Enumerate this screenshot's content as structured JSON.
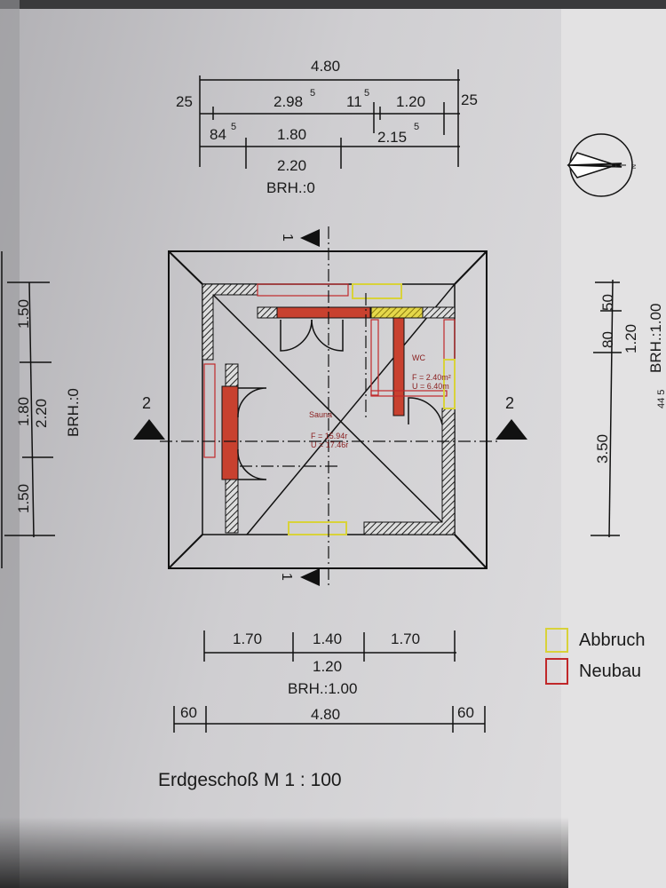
{
  "title": "Erdgeschoß M 1 : 100",
  "top_dims": {
    "total": "4.80",
    "left_edge": "25",
    "right_edge": "25",
    "mid": "2.98",
    "mid_sup": "5",
    "gap": "11",
    "gap_sup": "5",
    "right_seg": "1.20",
    "left_small": "84",
    "left_small_sup": "5",
    "window": "1.80",
    "right_small": "2.15",
    "right_small_sup": "5",
    "bottom": "2.20",
    "brh": "BRH.:0"
  },
  "left_dims": {
    "seg1": "1.50",
    "seg2": "1.80",
    "seg3": "1.50",
    "window": "2.20",
    "brh": "BRH.:0"
  },
  "right_dims": {
    "seg1": "50",
    "seg2": "80",
    "window": "1.20",
    "seg3": "3.50",
    "brh": "BRH.:1.00",
    "partial": "44 5"
  },
  "bottom_dims": {
    "seg1": "1.70",
    "seg2": "1.40",
    "seg3": "1.70",
    "window": "1.20",
    "brh": "BRH.:1.00",
    "edge_left": "60",
    "total": "4.80",
    "edge_right": "60"
  },
  "section_markers": {
    "s1": "1",
    "s2": "2"
  },
  "rooms": {
    "sauna": {
      "name": "Sauna",
      "area": "F = 15.94r",
      "perimeter": "U = 17.46r"
    },
    "wc": {
      "name": "WC",
      "area": "F = 2.40m²",
      "perimeter": "U = 6.40m"
    }
  },
  "compass": {
    "north": "N"
  },
  "legend": [
    {
      "label": "Abbruch",
      "color": "#d8d23a"
    },
    {
      "label": "Neubau",
      "color": "#c0282a"
    }
  ],
  "colors": {
    "wall_new": "#c8412f",
    "demolish": "#d8d23a"
  }
}
